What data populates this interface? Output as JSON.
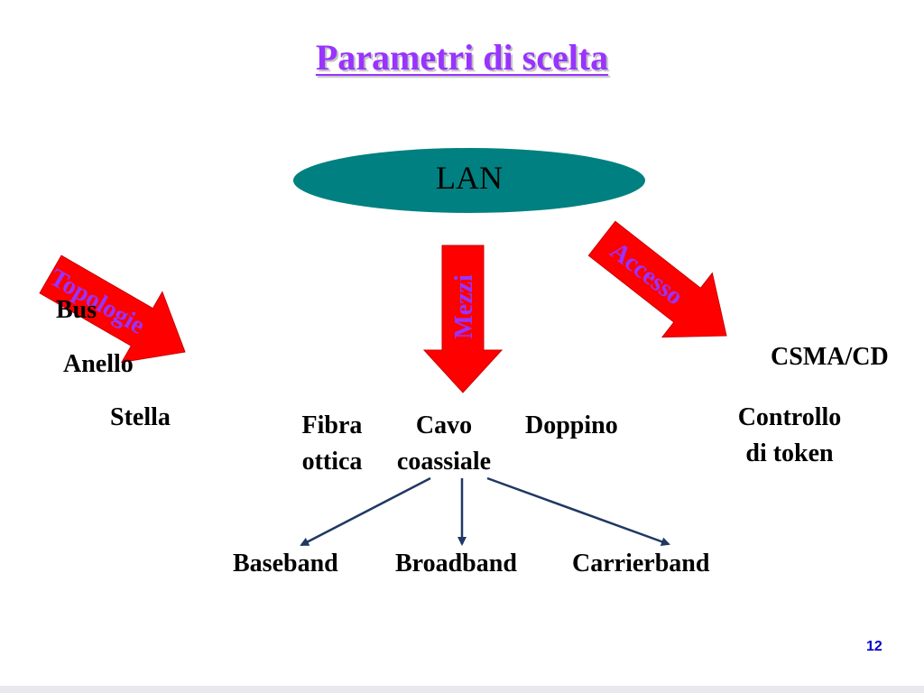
{
  "title": "Parametri di scelta",
  "root": "LAN",
  "arrows": {
    "topologie": "Topologie",
    "mezzi": "Mezzi",
    "accesso": "Accesso"
  },
  "topologie_items": [
    "Bus",
    "Anello",
    "Stella"
  ],
  "mezzi_items": {
    "fibra": [
      "Fibra",
      "ottica"
    ],
    "cavo": [
      "Cavo",
      "coassiale"
    ],
    "doppino": "Doppino"
  },
  "accesso_items": {
    "csma": "CSMA/CD",
    "token": [
      "Controllo",
      "di token"
    ]
  },
  "bands": [
    "Baseband",
    "Broadband",
    "Carrierband"
  ],
  "page_number": "12",
  "colors": {
    "title": "#9933ff",
    "ellipse": "#008080",
    "arrow_fill": "#ff0000",
    "arrow_text": "#9933ff",
    "connector": "#1f3864"
  }
}
